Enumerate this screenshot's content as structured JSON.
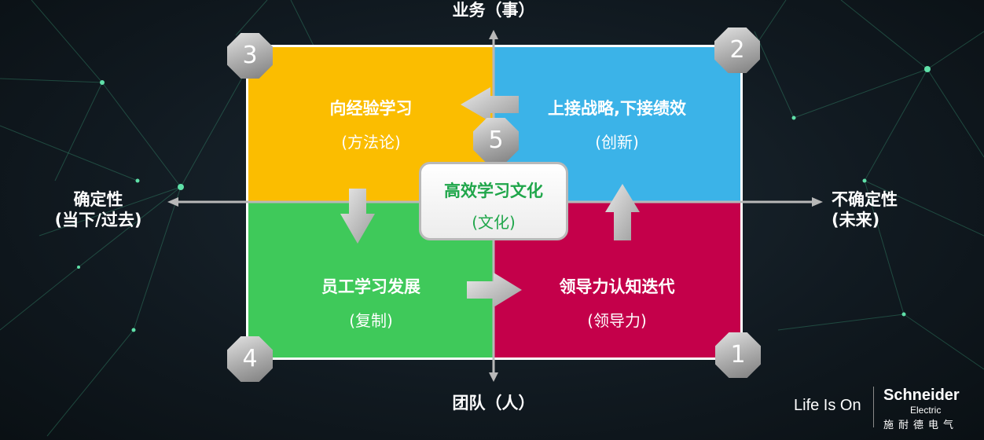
{
  "axes": {
    "top": "业务（事）",
    "bottom": "团队（人）",
    "left_line1": "确定性",
    "left_line2": "(当下/过去)",
    "right_line1": "不确定性",
    "right_line2": "(未来)"
  },
  "quadrants": {
    "top_left": {
      "title": "向经验学习",
      "subtitle": "(方法论)",
      "badge": "3",
      "color": "#fbbd00"
    },
    "top_right": {
      "title": "上接战略,下接绩效",
      "subtitle": "(创新)",
      "badge": "2",
      "color": "#3bb3e8"
    },
    "bottom_left": {
      "title": "员工学习发展",
      "subtitle": "(复制)",
      "badge": "4",
      "color": "#3fc95a"
    },
    "bottom_right": {
      "title": "领导力认知迭代",
      "subtitle": "(领导力)",
      "badge": "1",
      "color": "#c4004a"
    }
  },
  "center": {
    "title": "高效学习文化",
    "subtitle": "(文化)",
    "badge": "5"
  },
  "brand": {
    "tagline": "Life Is On",
    "name": "Schneider",
    "sub": "Electric",
    "cn": "施耐德电气"
  }
}
